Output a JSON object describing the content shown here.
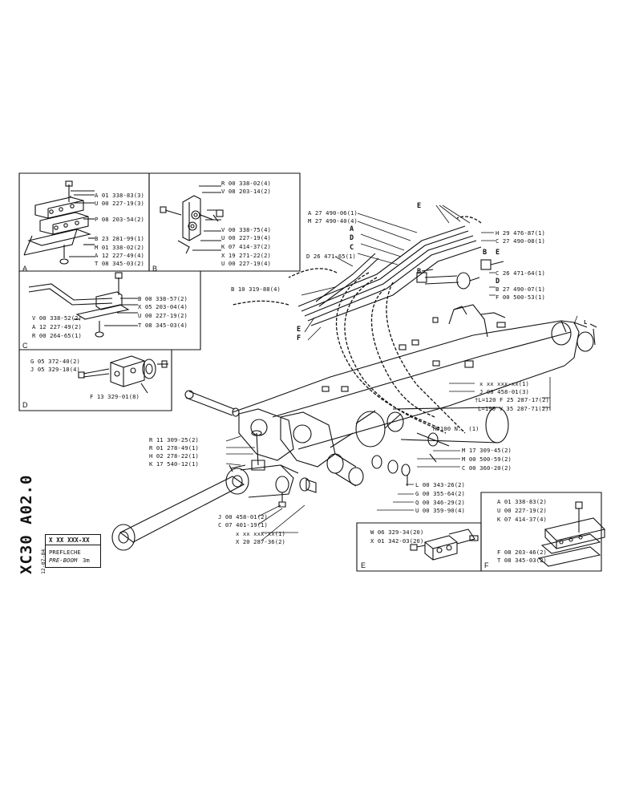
{
  "document": {
    "code": "XC30 A02.0",
    "date": "12-07-84",
    "ref_number": "X XX XXX-XX",
    "title_fr": "PREFLECHE",
    "title_en": "PRE-BOOM",
    "size": "3m"
  },
  "boxes": {
    "A": {
      "letter": "A",
      "labels": [
        "A 01 338-83(3)",
        "U 00 227-19(3)",
        "P 08 203-54(2)",
        "B 23 281-99(1)",
        "M 01 338-02(2)",
        "A 12 227-49(4)",
        "T 08 345-03(2)"
      ]
    },
    "B": {
      "letter": "B",
      "labels": [
        "R 00 338-02(4)",
        "V 08 203-14(2)",
        "V 00 338-75(4)",
        "U 00 227-19(4)",
        "K 07 414-37(2)",
        "X 19 271-22(2)",
        "U 00 227-19(4)"
      ]
    },
    "C": {
      "letter": "C",
      "labels": [
        "B 00 338-57(2)",
        "X 05 203-04(4)",
        "V 00 338-52(2)",
        "U 00 227-19(2)",
        "A 12 227-49(2)",
        "T 08 345-03(4)",
        "R 00 264-65(1)"
      ]
    },
    "D": {
      "letter": "D",
      "labels": [
        "G 05 372-40(2)",
        "J 05 329-18(4)",
        "F 13 329-01(8)"
      ]
    },
    "E": {
      "letter": "E",
      "labels": [
        "W 06 329-34(20)",
        "X 01 342-03(20)"
      ]
    },
    "F": {
      "letter": "F",
      "labels": [
        "A 01 338-83(2)",
        "U 00 227-19(2)",
        "K 07 414-37(4)",
        "F 08 203-46(2)",
        "T 08 345-03(2)"
      ]
    }
  },
  "main_labels": {
    "upper": [
      "A 27 490-06(1)",
      "M 27 490-40(4)",
      "D 26 471-65(1)",
      "B 10 319-88(4)",
      "H 29 476-87(1)",
      "C 27 490-08(1)",
      "C 26 471-64(1)",
      "B 27 490-07(1)",
      "F 00 500-53(1)"
    ],
    "right": [
      "x xx xxx-xx(1)",
      "J 00 458-01(3)",
      "†L=120 F 25 287-17(2)",
      "L=190 V 35 287-71(2)"
    ],
    "middle": [
      "HJ100 N.. (1)",
      "M 17 309-45(2)",
      "M 00 500-59(2)",
      "C 00 360-20(2)",
      "L 00 343-26(2)",
      "G 00 355-64(2)",
      "Q 00 346-29(2)",
      "U 00 359-90(4)"
    ],
    "left": [
      "R 11 309-25(2)",
      "R 01 278-49(1)",
      "H 02 278-22(1)",
      "K 17 540-12(1)",
      "J 00 458-01(2)",
      "C 07 401-19(1)",
      "x xx xxx-xx(1)",
      "X 20 287-36(2)"
    ],
    "callouts": [
      "A",
      "D",
      "C",
      "B",
      "E",
      "F",
      "E",
      "B",
      "E",
      "D",
      "L"
    ]
  }
}
